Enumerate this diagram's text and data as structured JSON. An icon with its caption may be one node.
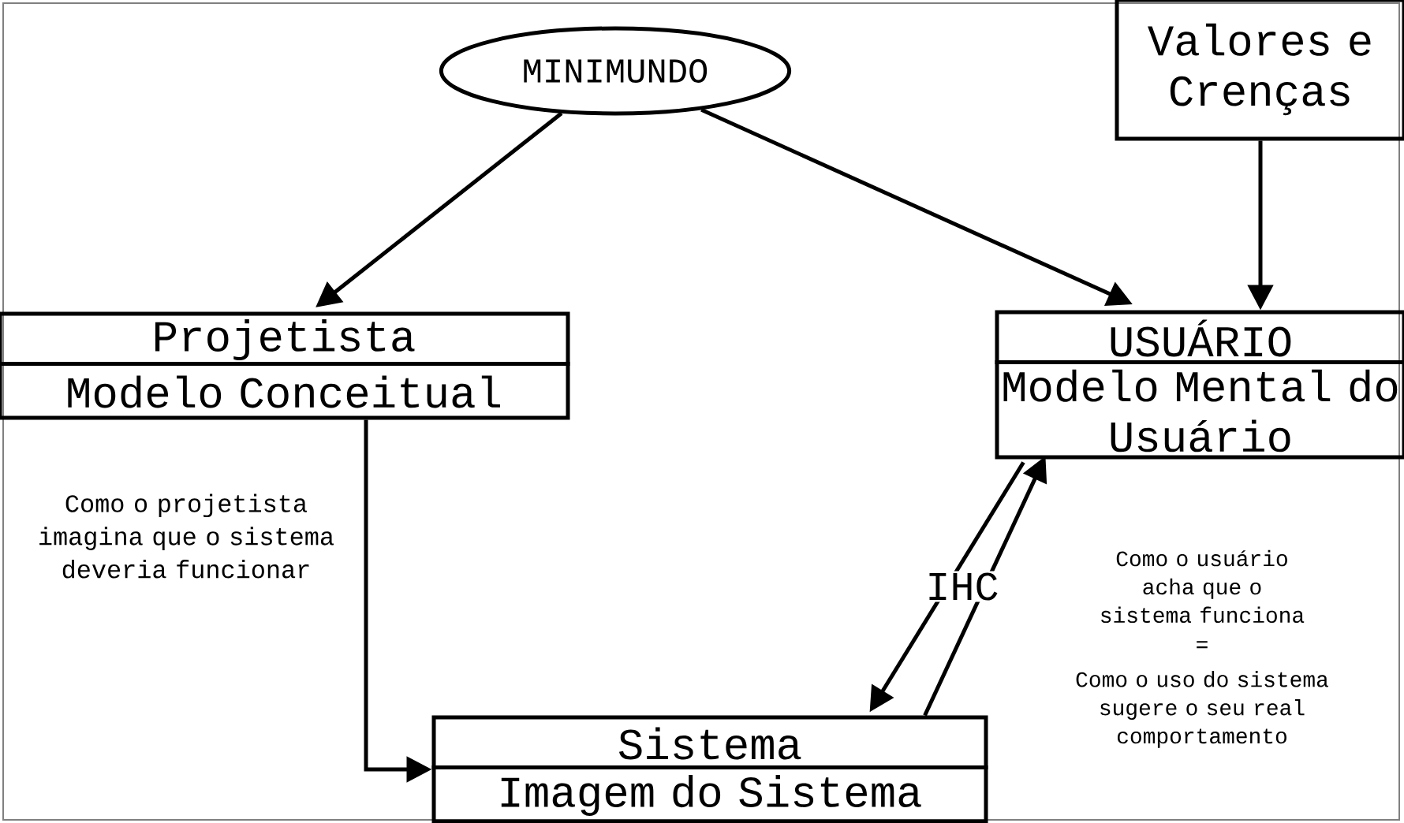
{
  "diagram": {
    "nodes": [
      {
        "text": [
          "MINIMUNDO"
        ]
      },
      {
        "text": [
          "Valores e Crenças"
        ]
      },
      {
        "text": [
          "Projetista",
          "Modelo Conceitual"
        ]
      },
      {
        "text": [
          "USUÁRIO",
          "Modelo Mental do Usuário"
        ]
      },
      {
        "text": [
          "Sistema",
          "Imagem do Sistema"
        ]
      }
    ],
    "edges": [
      {
        "from": 0,
        "to": 2,
        "arrow": "to"
      },
      {
        "from": 0,
        "to": 3,
        "arrow": "to"
      },
      {
        "from": 1,
        "to": 3,
        "arrow": "to"
      },
      {
        "from": 2,
        "to": 4,
        "arrow": "to"
      },
      {
        "from": 3,
        "to": 4,
        "arrow": "to",
        "label": "IHC"
      },
      {
        "from": 4,
        "to": 3,
        "arrow": "to"
      }
    ],
    "labels": [
      "Como o projetista imagina que o sistema deveria funcionar",
      "Como o usuário acha que o sistema funciona",
      "=",
      "Como o uso do sistema sugere o seu real comportamento"
    ]
  }
}
